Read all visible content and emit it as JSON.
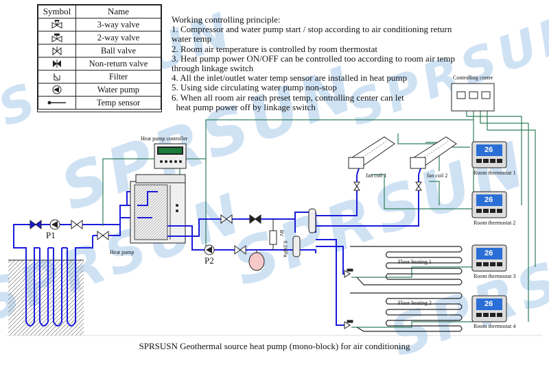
{
  "legend": {
    "header_symbol": "Symbol",
    "header_name": "Name",
    "items": [
      {
        "icon": "3-way-valve-icon",
        "name": "3-way valve"
      },
      {
        "icon": "2-way-valve-icon",
        "name": "2-way valve"
      },
      {
        "icon": "ball-valve-icon",
        "name": "Ball valve"
      },
      {
        "icon": "non-return-valve-icon",
        "name": "Non-return valve"
      },
      {
        "icon": "filter-icon",
        "name": "Filter"
      },
      {
        "icon": "water-pump-icon",
        "name": "Water pump"
      },
      {
        "icon": "temp-sensor-icon",
        "name": "Temp sensor"
      }
    ]
  },
  "principles": {
    "title": "Working controlling principle:",
    "lines": [
      "1. Compressor and water pump start / stop according to air conditioning return",
      "water temp",
      "2. Room air temperature is controlled by room thermostat",
      "3. Heat pump power ON/OFF can be controlled too according to room air temp",
      "through linkage switch",
      "4. All the inlet/outlet water temp sensor are installed in heat pump",
      "5. Using side circulating water pump non-stop",
      "6. When all room air reach preset temp, controlling center can let",
      "  heat pump power off by linkage switch"
    ]
  },
  "labels": {
    "controlling_center": "Controlling center",
    "heat_pump_controller": "Heat pump controller",
    "heat_pump": "Heat pump",
    "p1": "P1",
    "p2": "P2",
    "fan_coil_1": "fan coil 1",
    "fan_coil_2": "fan coil 2",
    "floor_heating_1": "Floor heating 1",
    "floor_heating_2": "Floor heating 2",
    "room_thermostat_1": "Room thermostat 1",
    "room_thermostat_2": "Room thermostat 2",
    "room_thermostat_3": "Room thermostat 3",
    "room_thermostat_4": "Room thermostat 4",
    "bypass_1": "BV",
    "bypass_2": "0.1MPa",
    "thermostat_reading": "26"
  },
  "watermark": "SPRSUN",
  "caption": "SPRSUSN Geothermal source heat pump (mono-block) for air conditioning",
  "colors": {
    "pipe": "#1a1adb",
    "wire": "#2e7d5a",
    "watermark": "#8cb8e0",
    "line": "#222222"
  }
}
